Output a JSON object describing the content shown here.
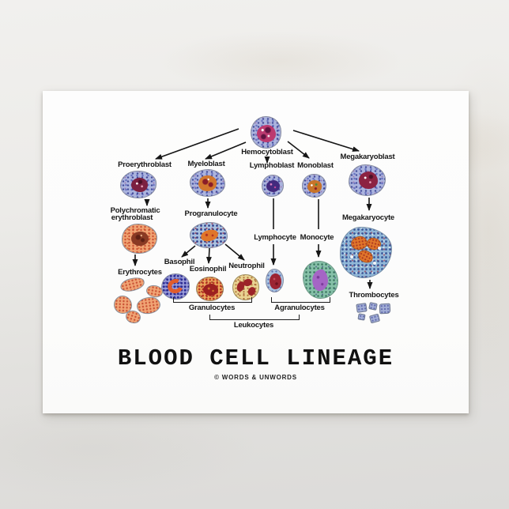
{
  "postcard": {
    "title": "BLOOD CELL LINEAGE",
    "credit": "© WORDS & UNWORDS"
  },
  "diagram": {
    "nodes": {
      "hemocytoblast": "Hemocytoblast",
      "proerythroblast": "Proerythroblast",
      "myeloblast": "Myeloblast",
      "lymphoblast": "Lymphoblast",
      "monoblast": "Monoblast",
      "megakaryoblast": "Megakaryoblast",
      "polychromatic_erythroblast_line1": "Polychromatic",
      "polychromatic_erythroblast_line2": "erythroblast",
      "progranulocyte": "Progranulocyte",
      "lymphocyte": "Lymphocyte",
      "monocyte": "Monocyte",
      "megakaryocyte": "Megakaryocyte",
      "erythrocytes": "Erythrocytes",
      "basophil": "Basophil",
      "eosinophil": "Eosinophil",
      "neutrophil": "Neutrophil",
      "thrombocytes": "Thrombocytes"
    },
    "groups": {
      "granulocytes": "Granulocytes",
      "agranulocytes": "Agranulocytes",
      "leukocytes": "Leukocytes"
    },
    "lineage_edges": [
      [
        "Hemocytoblast",
        "Proerythroblast"
      ],
      [
        "Hemocytoblast",
        "Myeloblast"
      ],
      [
        "Hemocytoblast",
        "Lymphoblast"
      ],
      [
        "Hemocytoblast",
        "Monoblast"
      ],
      [
        "Hemocytoblast",
        "Megakaryoblast"
      ],
      [
        "Proerythroblast",
        "Polychromatic erythroblast"
      ],
      [
        "Polychromatic erythroblast",
        "Erythrocytes"
      ],
      [
        "Myeloblast",
        "Progranulocyte"
      ],
      [
        "Progranulocyte",
        "Basophil"
      ],
      [
        "Progranulocyte",
        "Eosinophil"
      ],
      [
        "Progranulocyte",
        "Neutrophil"
      ],
      [
        "Lymphoblast",
        "Lymphocyte"
      ],
      [
        "Monoblast",
        "Monocyte"
      ],
      [
        "Megakaryoblast",
        "Megakaryocyte"
      ],
      [
        "Megakaryocyte",
        "Thrombocytes"
      ]
    ],
    "group_members": {
      "Granulocytes": [
        "Basophil",
        "Eosinophil",
        "Neutrophil"
      ],
      "Agranulocytes": [
        "Lymphocyte",
        "Monocyte"
      ],
      "Leukocytes": [
        "Granulocytes",
        "Agranulocytes"
      ]
    }
  },
  "colors": {
    "card": "#fdfdfd",
    "marble_background": "#e8e6e3",
    "ink": "#161616",
    "cytoplasm_blue": "#abb4de",
    "cytoplasm_orange": "#f0a474",
    "cytoplasm_teal": "#86c0a8",
    "cytoplasm_tan": "#e9d493",
    "nucleus_magenta": "#bc3a70",
    "nucleus_maroon": "#7c2040",
    "nucleus_purple": "#432a7e",
    "nucleus_orange": "#e0762a",
    "nucleus_red": "#9c2433",
    "nucleus_violet": "#a565c5",
    "thrombocyte_blue": "#a2aed6"
  }
}
